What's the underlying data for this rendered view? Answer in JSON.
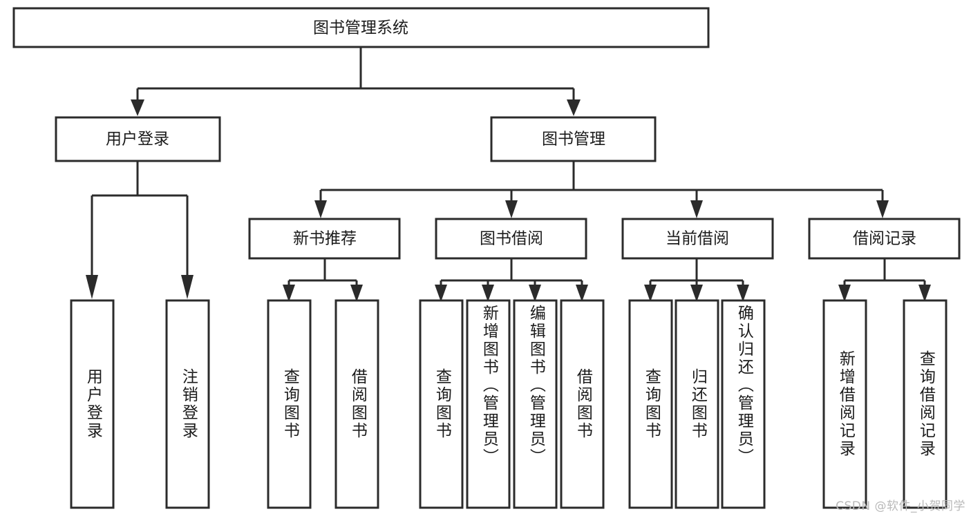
{
  "diagram": {
    "type": "tree",
    "title": "图书管理系统",
    "watermark": "CSDN @软件_小贺同学",
    "colors": {
      "box_stroke": "#2b2b2b",
      "box_fill": "#ffffff",
      "text": "#1b1b1b",
      "watermark": "#b9b9b9",
      "background": "#ffffff"
    },
    "levels": {
      "root": {
        "label": "图书管理系统"
      },
      "level2": [
        {
          "id": "user-login",
          "label": "用户登录"
        },
        {
          "id": "book-management",
          "label": "图书管理"
        }
      ],
      "level3": [
        {
          "id": "new-book-recommend",
          "label": "新书推荐",
          "parent": "book-management"
        },
        {
          "id": "book-borrow",
          "label": "图书借阅",
          "parent": "book-management"
        },
        {
          "id": "current-borrow",
          "label": "当前借阅",
          "parent": "book-management"
        },
        {
          "id": "borrow-record",
          "label": "借阅记录",
          "parent": "book-management"
        }
      ],
      "leaves": [
        {
          "id": "leaf-user-login",
          "label": "用户登录",
          "parent": "user-login"
        },
        {
          "id": "leaf-logout",
          "label": "注销登录",
          "parent": "user-login"
        },
        {
          "id": "leaf-query-book-1",
          "label": "查询图书",
          "parent": "new-book-recommend"
        },
        {
          "id": "leaf-borrow-book-1",
          "label": "借阅图书",
          "parent": "new-book-recommend"
        },
        {
          "id": "leaf-query-book-2",
          "label": "查询图书",
          "parent": "book-borrow"
        },
        {
          "id": "leaf-add-book",
          "label": "新增图书（管理员）",
          "parent": "book-borrow"
        },
        {
          "id": "leaf-edit-book",
          "label": "编辑图书（管理员）",
          "parent": "book-borrow"
        },
        {
          "id": "leaf-borrow-book-2",
          "label": "借阅图书",
          "parent": "book-borrow"
        },
        {
          "id": "leaf-query-book-3",
          "label": "查询图书",
          "parent": "current-borrow"
        },
        {
          "id": "leaf-return-book",
          "label": "归还图书",
          "parent": "current-borrow"
        },
        {
          "id": "leaf-confirm-return",
          "label": "确认归还（管理员）",
          "parent": "current-borrow"
        },
        {
          "id": "leaf-add-record",
          "label": "新增借阅记录",
          "parent": "borrow-record"
        },
        {
          "id": "leaf-query-record",
          "label": "查询借阅记录",
          "parent": "borrow-record"
        }
      ]
    }
  }
}
